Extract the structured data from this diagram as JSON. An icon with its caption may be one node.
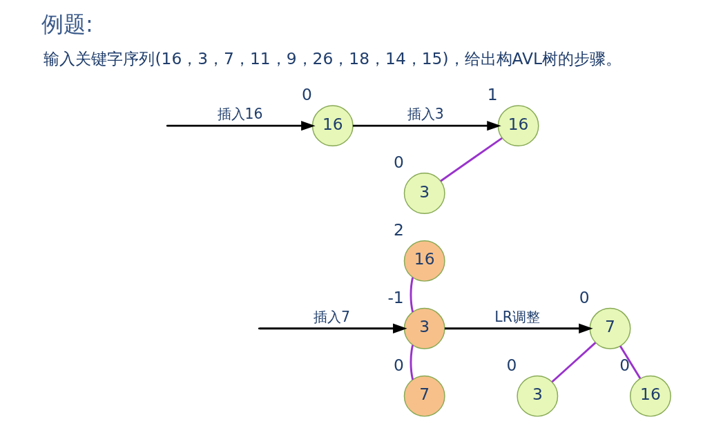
{
  "diagram": {
    "title": "例题:",
    "nodes": [
      {
        "text": [
          "16"
        ],
        "beside": [
          "0"
        ]
      },
      {
        "text": [
          "16"
        ],
        "beside": [
          "1"
        ]
      },
      {
        "text": [
          "3"
        ],
        "beside": [
          "0"
        ]
      },
      {
        "text": [
          "16"
        ],
        "beside": [
          "2"
        ]
      },
      {
        "text": [
          "3"
        ],
        "beside": [
          "-1"
        ]
      },
      {
        "text": [
          "7"
        ],
        "beside": [
          "0"
        ]
      },
      {
        "text": [
          "7"
        ],
        "beside": [
          "0"
        ]
      },
      {
        "text": [
          "3"
        ],
        "beside": [
          "0"
        ]
      },
      {
        "text": [
          "16"
        ],
        "beside": [
          "0"
        ]
      }
    ],
    "edges": [
      {
        "from": null,
        "to": 0,
        "arrow": "to",
        "label": "插入16",
        "color": "#000000"
      },
      {
        "from": 0,
        "to": 1,
        "arrow": "to",
        "label": "插入3",
        "color": "#000000"
      },
      {
        "from": 1,
        "to": 2,
        "arrow": "none"
      },
      {
        "from": null,
        "to": 4,
        "arrow": "to",
        "label": "插入7",
        "color": "#000000"
      },
      {
        "from": 3,
        "to": 4,
        "arrow": "none"
      },
      {
        "from": 4,
        "to": 5,
        "arrow": "none"
      },
      {
        "from": 4,
        "to": 6,
        "arrow": "to",
        "label": "LR调整",
        "color": "#000000"
      },
      {
        "from": 6,
        "to": 7,
        "arrow": "none"
      },
      {
        "from": 6,
        "to": 8,
        "arrow": "none"
      }
    ],
    "labels": [
      "输入关键字序列(16，3，7，11，9，26，18，14，15)，给出构AVL树的步骤。"
    ]
  }
}
